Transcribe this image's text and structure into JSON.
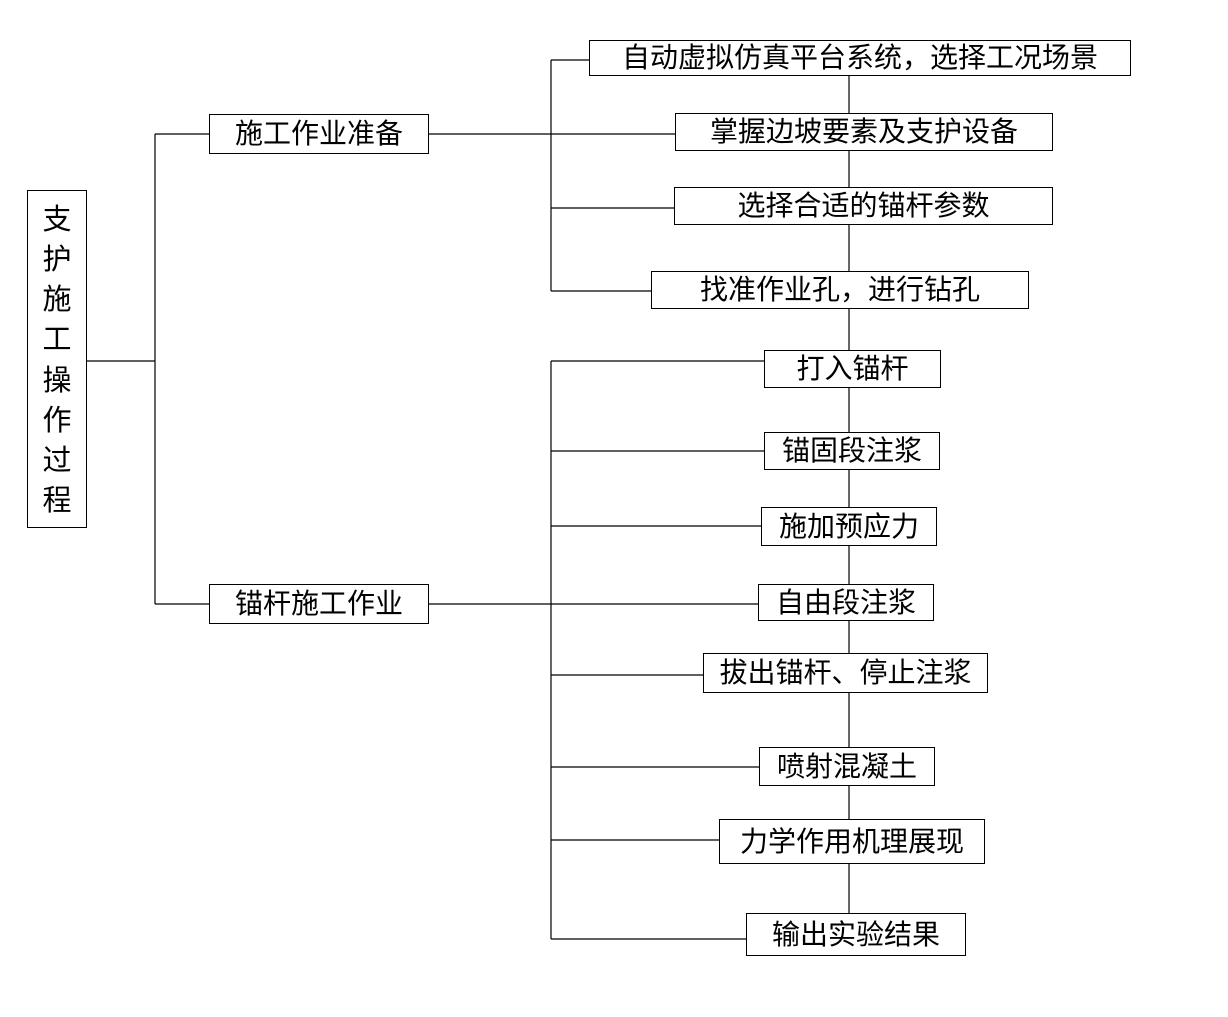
{
  "root": {
    "chars": [
      "支",
      "护",
      "施",
      "工",
      "操",
      "作",
      "过",
      "程"
    ]
  },
  "prep": {
    "label": "施工作业准备",
    "steps": [
      "自动虚拟仿真平台系统，选择工况场景",
      "掌握边坡要素及支护设备",
      "选择合适的锚杆参数",
      "找准作业孔，进行钻孔"
    ]
  },
  "anchor": {
    "label": "锚杆施工作业",
    "steps": [
      "打入锚杆",
      "锚固段注浆",
      "施加预应力",
      "自由段注浆",
      "拔出锚杆、停止注浆",
      "喷射混凝土",
      "力学作用机理展现",
      "输出实验结果"
    ]
  }
}
